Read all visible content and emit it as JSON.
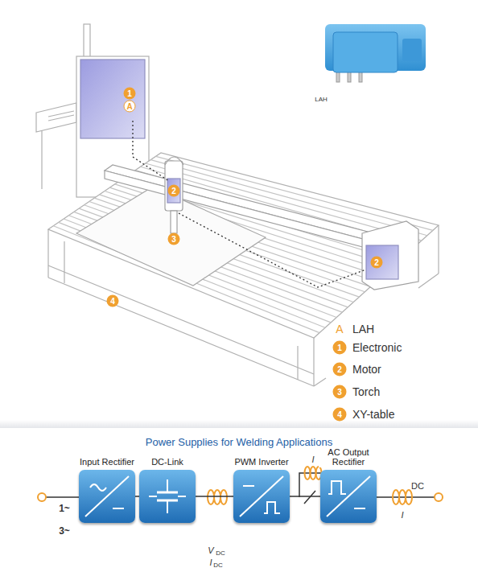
{
  "diagram": {
    "title": "Power Supplies for Welding Applications",
    "nodes": [
      {
        "text": [
          "Input Rectifier"
        ]
      },
      {
        "text": [
          "DC-Link"
        ]
      },
      {
        "text": [
          "PWM Inverter"
        ]
      },
      {
        "text": [
          "AC Output Rectifier"
        ]
      }
    ],
    "edges": [
      {
        "from": 0,
        "to": 1,
        "arrow": "none"
      },
      {
        "from": 1,
        "to": 2,
        "arrow": "none"
      },
      {
        "from": 2,
        "to": 3,
        "arrow": "none"
      }
    ],
    "labels": [
      "LAH",
      "1",
      "A",
      "2",
      "3",
      "2",
      "4",
      "A",
      "1",
      "2",
      "3",
      "4",
      "1~",
      "3~",
      "V",
      "DC",
      "I",
      "DC",
      "I",
      "DC",
      "I"
    ],
    "legend": [
      {
        "text": "LAH"
      },
      {
        "text": "Electronic",
        "color": "#f0a030"
      },
      {
        "text": "Motor",
        "color": "#f0a030"
      },
      {
        "text": "Torch",
        "color": "#f0a030"
      },
      {
        "text": "XY-table",
        "color": "#f0a030"
      }
    ]
  }
}
